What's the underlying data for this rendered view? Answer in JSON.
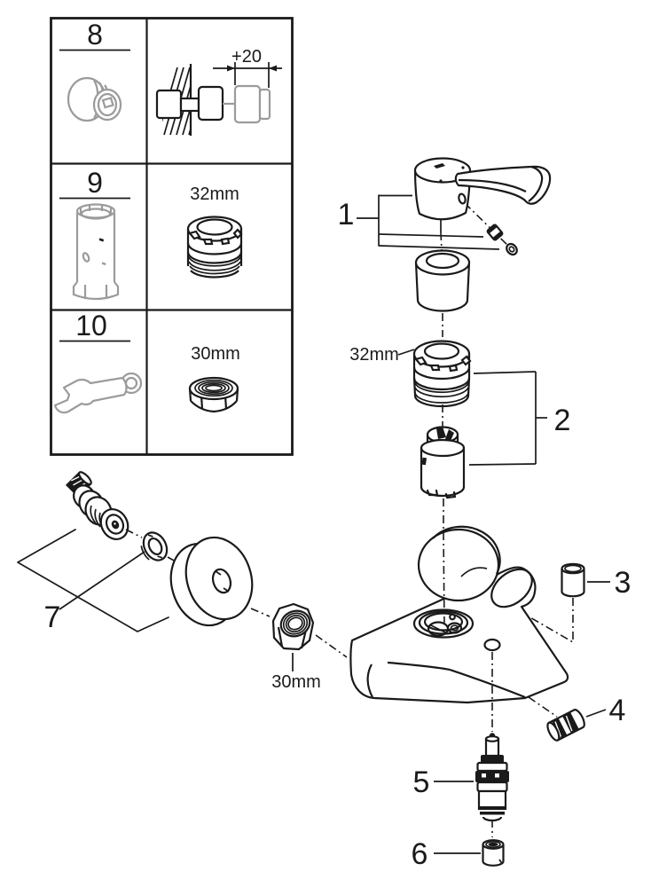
{
  "legend_table": {
    "rows": [
      {
        "step": "8",
        "label": "+20"
      },
      {
        "step": "9",
        "label": "32mm"
      },
      {
        "step": "10",
        "label": "30mm"
      }
    ]
  },
  "callouts": {
    "p1": "1",
    "p2": "2",
    "p3": "3",
    "p4": "4",
    "p5": "5",
    "p6": "6",
    "p7": "7"
  },
  "annotations": {
    "cartridge_nut": "32mm",
    "union_nut": "30mm"
  },
  "colors": {
    "ink": "#1a1a1a",
    "muted": "#9b9b9b",
    "background": "#ffffff"
  }
}
